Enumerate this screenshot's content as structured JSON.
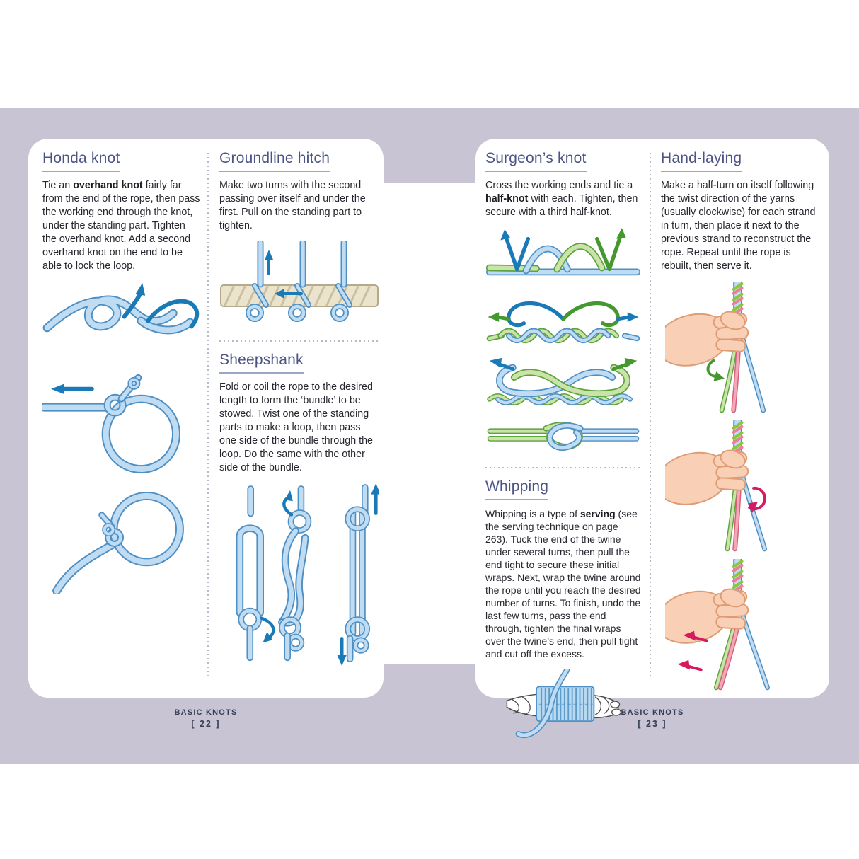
{
  "background": {
    "band_color": "#c9c4d3",
    "page_color": "#ffffff"
  },
  "colors": {
    "heading": "#4c5484",
    "body_text": "#26262e",
    "footer_text": "#343e56",
    "rope_blue_fill": "#bfdcf3",
    "rope_blue_outline": "#4e8fc4",
    "arrow_blue": "#1a7ab8",
    "rope_green_fill": "#cbe3a8",
    "rope_green_outline": "#5ba33d",
    "arrow_green": "#44982e",
    "rope_tan_fill": "#ece3cd",
    "rope_tan_outline": "#b3a98b",
    "strand_red": "#e8708a",
    "arrow_red": "#d61a5e",
    "hand_skin": "#f9d0b6"
  },
  "left_page": {
    "column1": {
      "honda": {
        "title": "Honda knot",
        "paragraph": [
          {
            "text": "Tie an ",
            "bold": false
          },
          {
            "text": "overhand knot",
            "bold": true
          },
          {
            "text": " fairly far from the end of the rope, then pass the working end through the knot, under the standing part. Tighten the overhand knot. Add a second overhand knot on the end to be able to lock the loop.",
            "bold": false
          }
        ]
      }
    },
    "column2": {
      "groundline": {
        "title": "Groundline hitch",
        "paragraph": [
          {
            "text": "Make two turns with the second passing over itself and under the first. Pull on the standing part to tighten.",
            "bold": false
          }
        ]
      },
      "sheepshank": {
        "title": "Sheepshank",
        "paragraph": [
          {
            "text": "Fold or coil the rope to the desired length to form the ‘bundle’ to be stowed. Twist one of the standing parts to make a loop, then pass one side of the bundle through the loop. Do the same with the other side of the bundle.",
            "bold": false
          }
        ]
      }
    },
    "footer": {
      "label": "BASIC KNOTS",
      "page": "[ 22 ]"
    }
  },
  "right_page": {
    "column1": {
      "surgeons": {
        "title": "Surgeon’s knot",
        "paragraph": [
          {
            "text": "Cross the working ends and tie a ",
            "bold": false
          },
          {
            "text": "half-knot",
            "bold": true
          },
          {
            "text": " with each. Tighten, then secure with a third half-knot.",
            "bold": false
          }
        ]
      },
      "whipping": {
        "title": "Whipping",
        "paragraph": [
          {
            "text": "Whipping is a type of ",
            "bold": false
          },
          {
            "text": "serving",
            "bold": true
          },
          {
            "text": " (see the serving technique on page 263). Tuck the end of the twine under several turns, then pull the end tight to secure these initial wraps. Next, wrap the twine around the rope until you reach the desired number of turns. To finish, undo the last few turns, pass the end through, tighten the final wraps over the twine’s end, then pull tight and cut off the excess.",
            "bold": false
          }
        ]
      }
    },
    "column2": {
      "handlaying": {
        "title": "Hand-laying",
        "paragraph": [
          {
            "text": "Make a half-turn on itself following the twist direction of the yarns (usually clockwise) for each strand in turn, then place it next to the previous strand to reconstruct the rope. Repeat until the rope is rebuilt, then serve it.",
            "bold": false
          }
        ]
      }
    },
    "footer": {
      "label": "BASIC KNOTS",
      "page": "[ 23 ]"
    }
  },
  "illustrations": [
    "honda-knot-step-1",
    "honda-knot-step-2",
    "honda-knot-step-3",
    "groundline-hitch-figure",
    "sheepshank-steps-figure",
    "surgeons-knot-step-1",
    "surgeons-knot-step-2",
    "surgeons-knot-step-3",
    "surgeons-knot-step-4",
    "whipping-figure",
    "hand-laying-step-1",
    "hand-laying-step-2",
    "hand-laying-step-3"
  ]
}
